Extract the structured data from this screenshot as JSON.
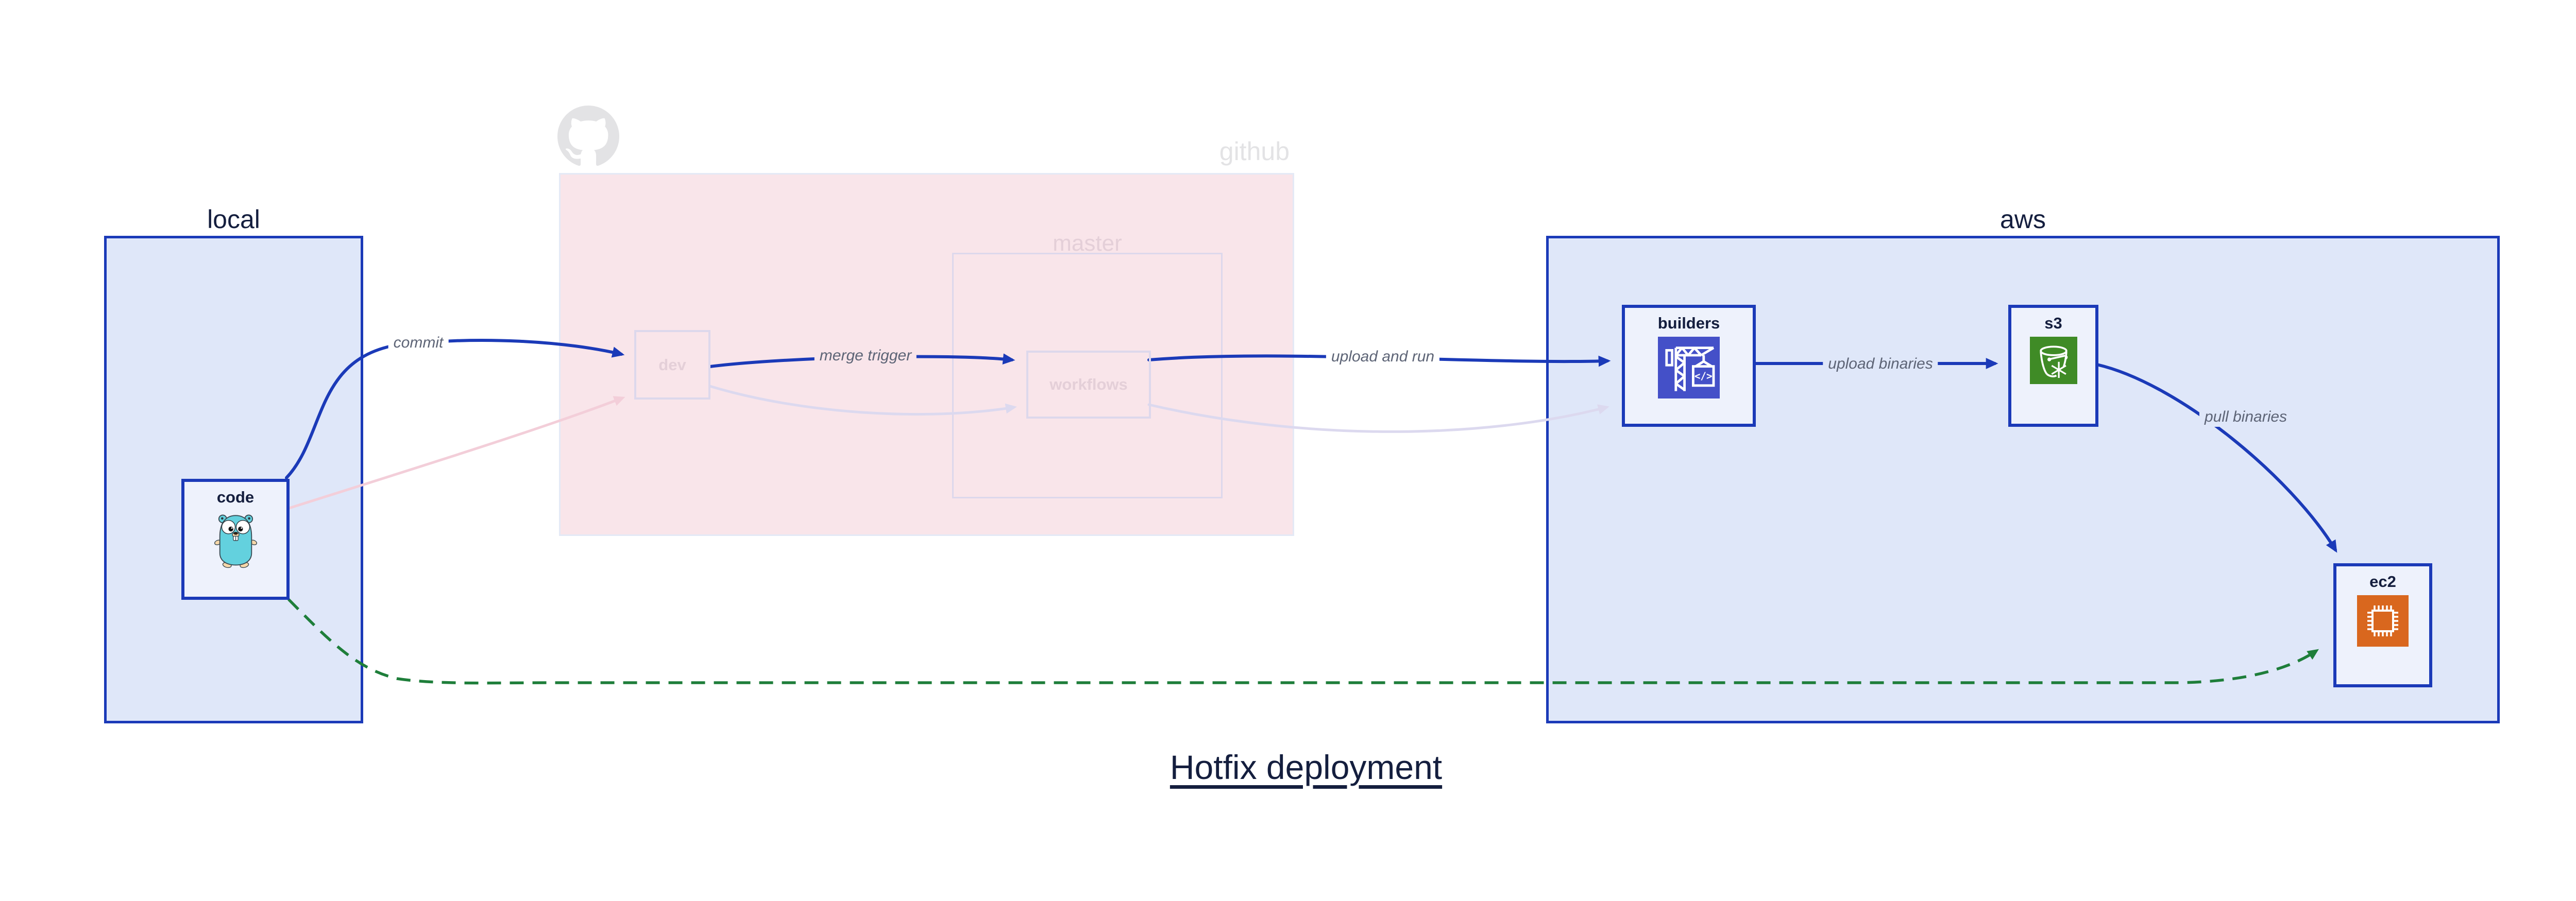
{
  "title": "Hotfix deployment",
  "groups": {
    "local": {
      "label": "local"
    },
    "github": {
      "label": "github"
    },
    "master": {
      "label": "master"
    },
    "aws": {
      "label": "aws"
    }
  },
  "nodes": {
    "code": {
      "label": "code",
      "icon": "go-gopher"
    },
    "dev": {
      "label": "dev"
    },
    "workflows": {
      "label": "workflows"
    },
    "builders": {
      "label": "builders",
      "icon": "aws-codebuild"
    },
    "s3": {
      "label": "s3",
      "icon": "aws-s3-glacier"
    },
    "ec2": {
      "label": "ec2",
      "icon": "aws-ec2"
    }
  },
  "edges": {
    "commit": {
      "label": "commit",
      "from": "code",
      "to": "dev",
      "style": "solid-blue"
    },
    "merge_trigger": {
      "label": "merge trigger",
      "from": "dev",
      "to": "workflows",
      "style": "solid-blue"
    },
    "upload_and_run": {
      "label": "upload and run",
      "from": "workflows",
      "to": "builders",
      "style": "solid-blue"
    },
    "upload_binaries": {
      "label": "upload binaries",
      "from": "builders",
      "to": "s3",
      "style": "solid-blue"
    },
    "pull_binaries": {
      "label": "pull binaries",
      "from": "s3",
      "to": "ec2",
      "style": "solid-blue"
    },
    "hotfix_bypass": {
      "label": "",
      "from": "code",
      "to": "ec2",
      "style": "dashed-green"
    },
    "faded_code_dev": {
      "label": "",
      "from": "code",
      "to": "dev",
      "style": "faded-pink"
    },
    "faded_dev_workflows": {
      "label": "",
      "from": "dev",
      "to": "workflows",
      "style": "faded-lavender"
    },
    "faded_workflows_builders": {
      "label": "",
      "from": "workflows",
      "to": "builders",
      "style": "faded-lavender"
    }
  },
  "colors": {
    "blue": "#1b3ab8",
    "navy": "#141e3e",
    "edge-label": "#5d6476",
    "green": "#1e7e3a",
    "group-fill": "#dfe7f9",
    "node-fill": "#eef2fc",
    "pink-fill": "#f9e5ea",
    "github-border": "#e4e9f6",
    "faded-border": "#ddd8ec",
    "faded-text": "#e4cfd8",
    "faded-lav": "#dcd9ef",
    "faded-pink": "#f3ced9",
    "gray-logo": "#e3e3e5",
    "codebuild": "#4450c8",
    "s3green": "#3f8b26",
    "ec2orange": "#d9671e",
    "gopher-teal": "#63d1de",
    "gopher-skin": "#f6d7a9"
  }
}
